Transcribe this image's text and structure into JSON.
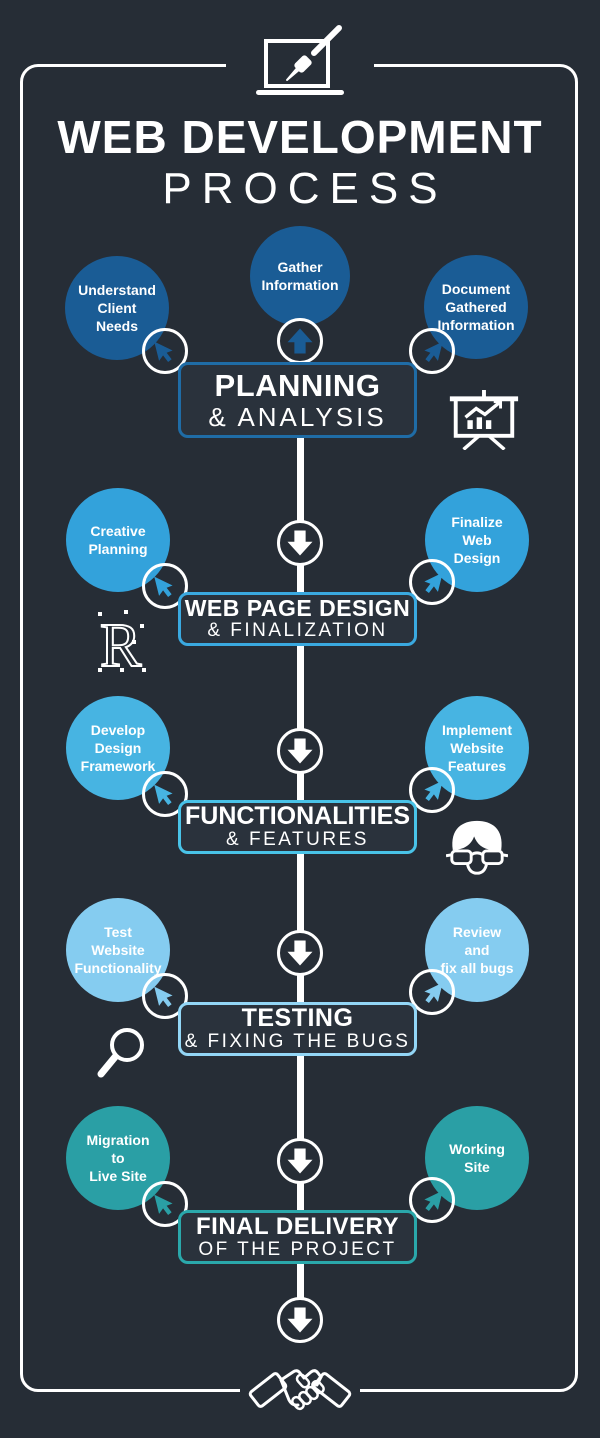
{
  "colors": {
    "background": "#262d36",
    "frame": "#ffffff",
    "box_fill": "#2a323c",
    "center_line": "#ffffff"
  },
  "header": {
    "title_line1": "WEB DEVELOPMENT",
    "title_line2": "PROCESS",
    "icon": "laptop-paintbrush-icon"
  },
  "stages": [
    {
      "name": "planning-analysis",
      "color": "#1a5c95",
      "border_color": "#1f6ca6",
      "box_line1": "PLANNING",
      "box_line2": "& ANALYSIS",
      "circle_left": "Understand\nClient\nNeeds",
      "circle_center": "Gather\nInformation",
      "circle_right": "Document\nGathered\nInformation",
      "side_icon": "presentation-chart-icon"
    },
    {
      "name": "web-page-design-finalization",
      "color": "#33a2db",
      "border_color": "#3aa9e0",
      "box_line1": "WEB PAGE DESIGN",
      "box_line2": "& FINALIZATION",
      "circle_left": "Creative\nPlanning",
      "circle_right": "Finalize\nWeb\nDesign",
      "side_icon": "letter-r-draft-icon"
    },
    {
      "name": "functionalities-features",
      "color": "#47b4e2",
      "border_color": "#49c3e8",
      "box_line1": "FUNCTIONALITIES",
      "box_line2": "& FEATURES",
      "circle_left": "Develop\nDesign\nFramework",
      "circle_right": "Implement\nWebsite\nFeatures",
      "side_icon": "nerd-face-icon"
    },
    {
      "name": "testing-fixing-bugs",
      "color": "#85ccf0",
      "border_color": "#93d6f6",
      "box_line1": "TESTING",
      "box_line2": "& FIXING THE BUGS",
      "circle_left": "Test\nWebsite\nFunctionality",
      "circle_right": "Review\nand\nfix all bugs",
      "side_icon": "magnifier-icon"
    },
    {
      "name": "final-delivery",
      "color": "#2a9fa5",
      "border_color": "#2aa8ab",
      "box_line1": "FINAL DELIVERY",
      "box_line2": "OF THE PROJECT",
      "circle_left": "Migration\nto\nLive Site",
      "circle_right": "Working\nSite",
      "side_icon": null
    }
  ],
  "footer": {
    "icon": "handshake-icon"
  }
}
